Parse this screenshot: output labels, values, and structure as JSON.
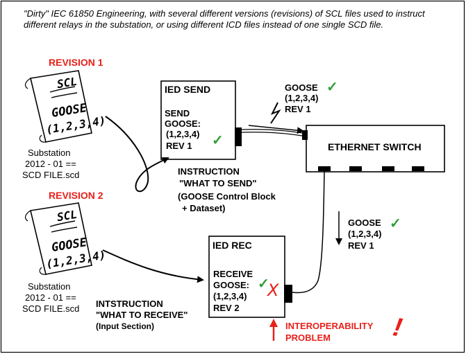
{
  "caption": "\"Dirty\" IEC 61850 Engineering, with several different versions (revisions) of SCL files used to instruct different relays in the substation, or using different ICD files instead of one single SCD file.",
  "revision1": {
    "title": "REVISION 1",
    "doc_line1": "SCL",
    "doc_line2": "GOOSE",
    "doc_line3": "(1,2,3,4)",
    "file_line1": "Substation",
    "file_line2": "2012 - 01 ==",
    "file_line3": "SCD FILE.scd"
  },
  "revision2": {
    "title": "REVISION 2",
    "doc_line1": "SCL",
    "doc_line2": "GOOSE",
    "doc_line3": "(1,2,3,4)",
    "file_line1": "Substation",
    "file_line2": "2012 - 01 ==",
    "file_line3": "SCD FILE.scd"
  },
  "ied_send": {
    "title": "IED SEND",
    "line1": "SEND",
    "line2": "GOOSE:",
    "line3": "(1,2,3,4)",
    "line4": "REV 1",
    "check": "✓"
  },
  "goose_top": {
    "line1": "GOOSE",
    "line2": "(1,2,3,4)",
    "line3": "REV 1",
    "check": "✓"
  },
  "switch": {
    "label": "ETHERNET SWITCH"
  },
  "instruction_send": {
    "line1": "INSTRUCTION",
    "line2": "\"WHAT TO SEND\"",
    "line3": "(GOOSE Control Block",
    "line4": "+ Dataset)"
  },
  "goose_down": {
    "line1": "GOOSE",
    "line2": "(1,2,3,4)",
    "line3": "REV 1",
    "check": "✓"
  },
  "ied_rec": {
    "title": "IED REC",
    "line1": "RECEIVE",
    "line2": "GOOSE:",
    "line3": "(1,2,3,4)",
    "line4": "REV 2",
    "check": "✓",
    "cross": "X"
  },
  "instruction_receive": {
    "line1": "INTSTRUCTION",
    "line2": "\"WHAT TO RECEIVE\"",
    "line3": "(Input Section)"
  },
  "problem": {
    "line1": "INTEROPERABILITY",
    "line2": "PROBLEM",
    "exclaim": "!"
  },
  "colors": {
    "accent_red": "#e8201a",
    "check_green": "#2e9e3a"
  }
}
